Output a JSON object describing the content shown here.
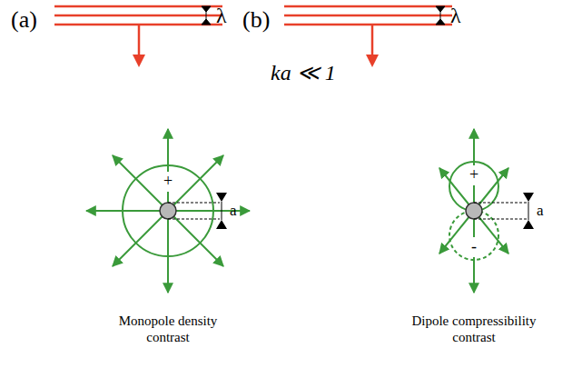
{
  "diagram": {
    "labels": [
      "(a)",
      "λ",
      "(b)",
      "λ",
      "ka ≪ 1",
      "+",
      "a",
      "+",
      "-",
      "a",
      "Monopole density contrast",
      "Dipole compressibility contrast"
    ]
  }
}
